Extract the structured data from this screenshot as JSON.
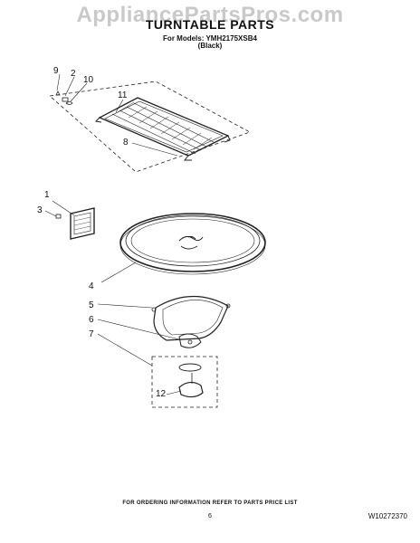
{
  "watermark": "AppliancePartsPros.com",
  "header": {
    "title": "TURNTABLE PARTS",
    "models": "For Models: YMH2175XSB4",
    "color": "(Black)"
  },
  "callouts": {
    "c9": "9",
    "c2": "2",
    "c10": "10",
    "c11": "11",
    "c8": "8",
    "c1": "1",
    "c3": "3",
    "c4": "4",
    "c5": "5",
    "c6": "6",
    "c7": "7",
    "c12": "12"
  },
  "footer": {
    "note": "FOR ORDERING INFORMATION REFER TO PARTS PRICE LIST",
    "page": "6",
    "doc_number": "W10272370"
  }
}
